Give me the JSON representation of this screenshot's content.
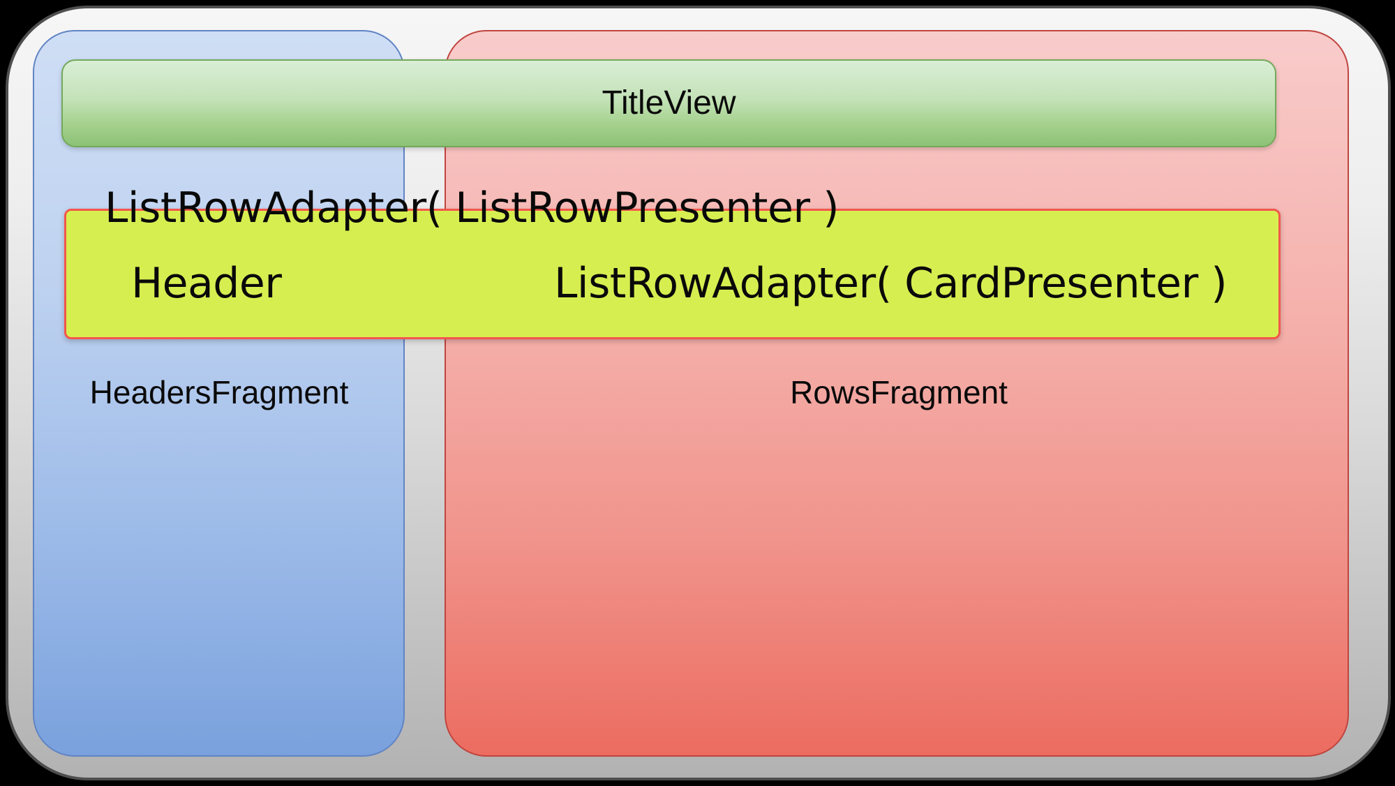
{
  "diagram": {
    "labels": {
      "title_view": "TitleView",
      "list_row_presenter": "ListRowAdapter( ListRowPresenter )",
      "header": "Header",
      "card_presenter": "ListRowAdapter( CardPresenter )",
      "headers_fragment": "HeadersFragment",
      "rows_fragment": "RowsFragment"
    },
    "colors": {
      "canvas_background": "#000000",
      "outer_panel_top": "#f6f6f6",
      "outer_panel_bottom": "#b2b2b2",
      "outer_panel_border": "#4e4e4e",
      "headers_box_top": "#cfdef5",
      "headers_box_bottom": "#7aa1dd",
      "headers_box_border": "#6084c4",
      "rows_box_top": "#f8cccb",
      "rows_box_bottom": "#ec6c60",
      "rows_box_border": "#c0443e",
      "titleview_bar_top": "#d9eed6",
      "titleview_bar_bottom": "#8cc276",
      "titleview_bar_border": "#73a95a",
      "adapter_bar_fill": "#d7ee50",
      "adapter_bar_border": "#f3564d",
      "text": "#0a0a0a"
    }
  }
}
